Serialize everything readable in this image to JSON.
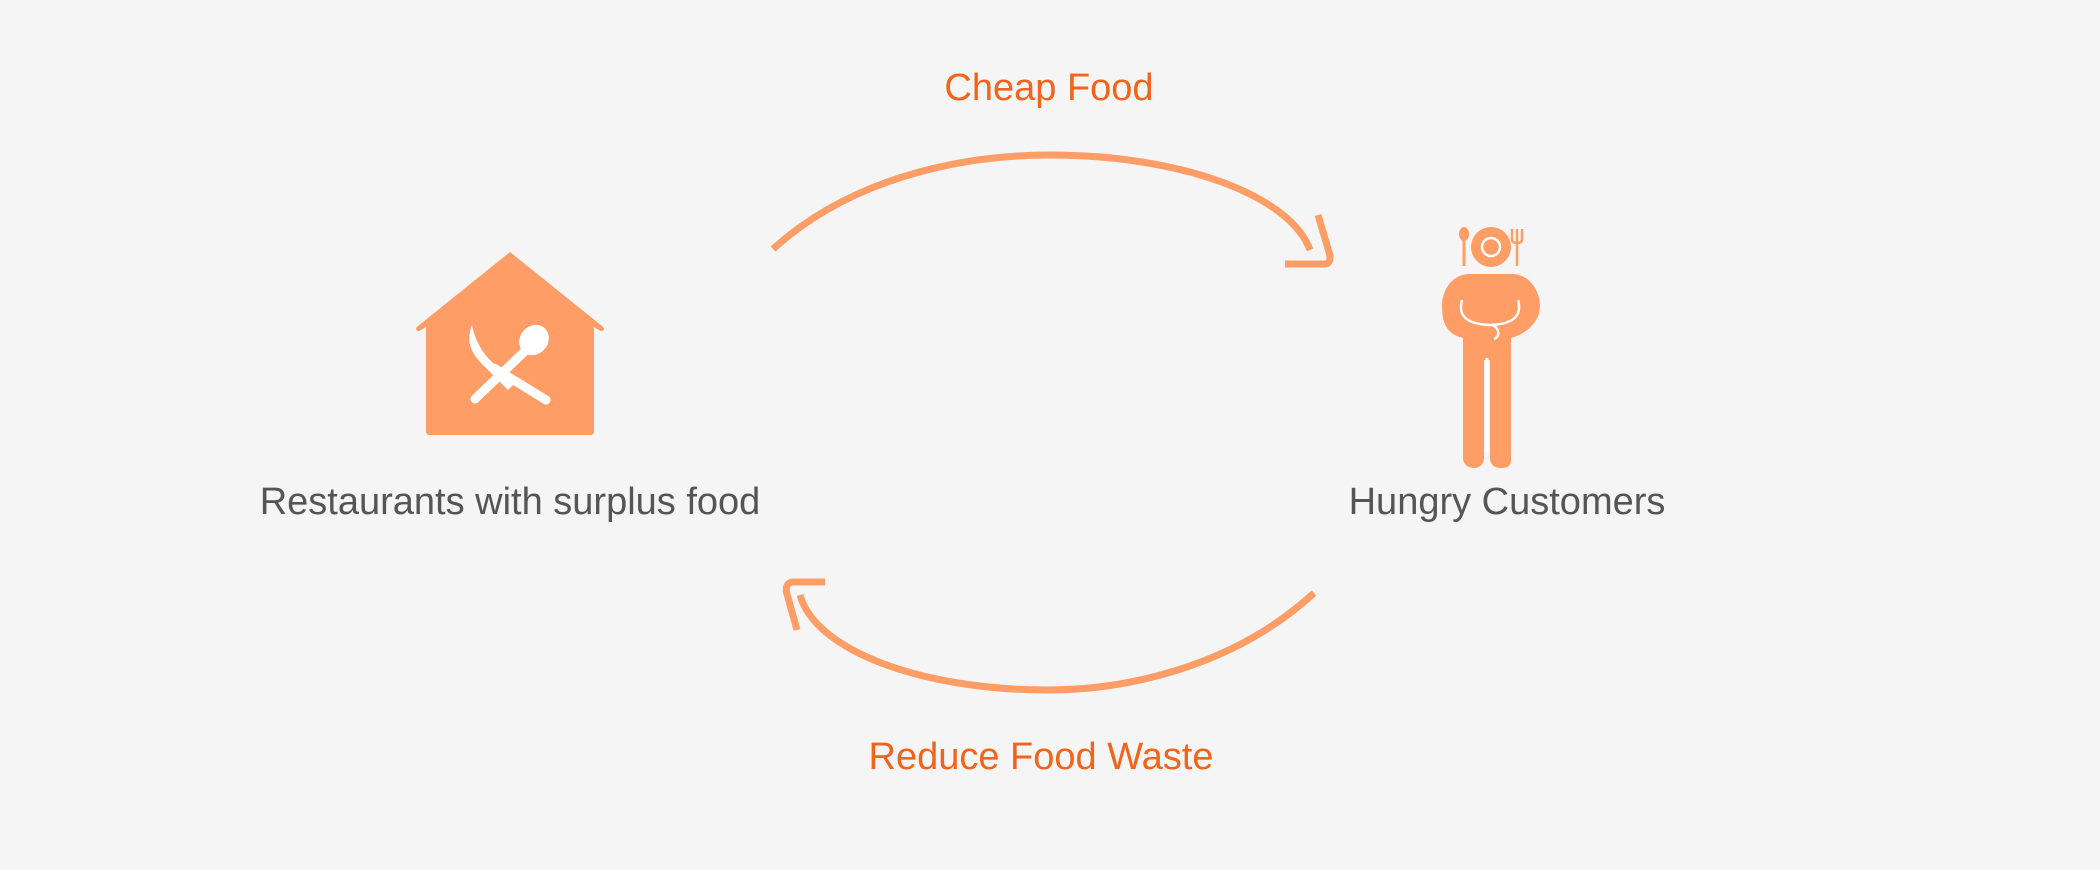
{
  "colors": {
    "background": "#f5f5f5",
    "accent": "#ff9d66",
    "label_accent": "#f26419",
    "text": "#555555",
    "icon_detail": "#ffffff"
  },
  "nodes": {
    "restaurants": {
      "label": "Restaurants with surplus food",
      "icon": "restaurant-house-icon"
    },
    "customers": {
      "label": "Hungry Customers",
      "icon": "hungry-person-icon"
    }
  },
  "flows": {
    "top": {
      "label": "Cheap Food",
      "direction": "restaurants-to-customers"
    },
    "bottom": {
      "label": "Reduce Food Waste",
      "direction": "customers-to-restaurants"
    }
  }
}
